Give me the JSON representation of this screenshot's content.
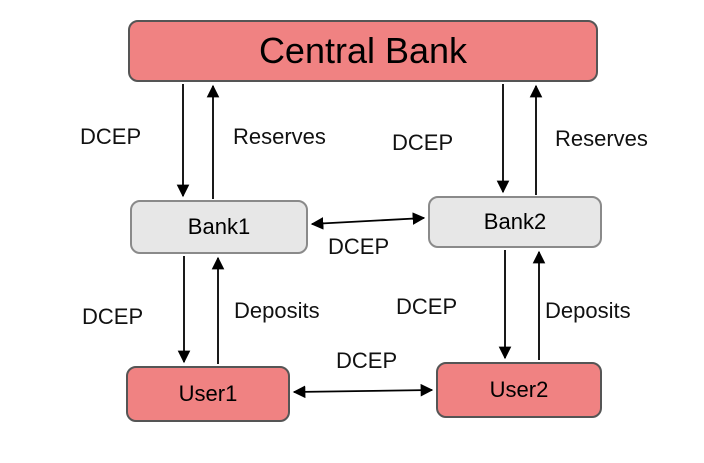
{
  "nodes": {
    "central_bank": "Central Bank",
    "bank1": "Bank1",
    "bank2": "Bank2",
    "user1": "User1",
    "user2": "User2"
  },
  "edges": [
    {
      "from": "central_bank",
      "to": "bank1",
      "label": "DCEP"
    },
    {
      "from": "bank1",
      "to": "central_bank",
      "label": "Reserves"
    },
    {
      "from": "central_bank",
      "to": "bank2",
      "label": "DCEP"
    },
    {
      "from": "bank2",
      "to": "central_bank",
      "label": "Reserves"
    },
    {
      "from": "bank1",
      "to": "bank2",
      "label": "DCEP",
      "bidirectional": true
    },
    {
      "from": "bank1",
      "to": "user1",
      "label": "DCEP"
    },
    {
      "from": "user1",
      "to": "bank1",
      "label": "Deposits"
    },
    {
      "from": "bank2",
      "to": "user2",
      "label": "DCEP"
    },
    {
      "from": "user2",
      "to": "bank2",
      "label": "Deposits"
    },
    {
      "from": "user1",
      "to": "user2",
      "label": "DCEP",
      "bidirectional": true
    }
  ]
}
